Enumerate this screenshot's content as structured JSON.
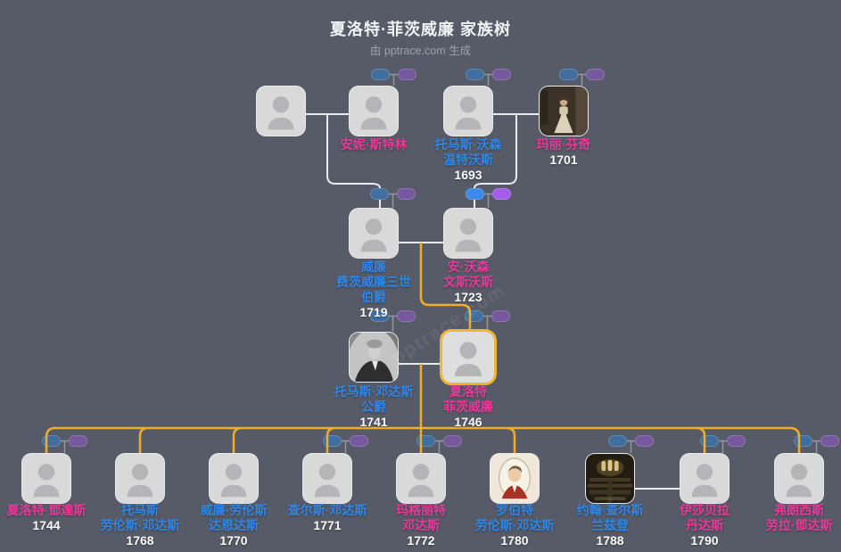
{
  "header": {
    "title": "夏洛特·菲茨威廉 家族树",
    "subtitle": "由 pptrace.com 生成"
  },
  "watermark": "pptrace.com",
  "colors": {
    "background": "#575b67",
    "title-text": "#f2f3f5",
    "subtitle-text": "#9ba1ab",
    "male-name": "#2f87e8",
    "female-name": "#e83a9a",
    "year-text": "#fafafa",
    "card-bg": "#d9d9da",
    "silhouette": "#b5b5b7",
    "highlight": "#f0b42e",
    "line-white": "#e8eaed",
    "line-gray": "#9097a2",
    "line-yellow": "#f0ae28",
    "pill-blue-muted": "#3f6e9f",
    "pill-purple-muted": "#76589f",
    "pill-blue-bright": "#3a8be8",
    "pill-purple-bright": "#a55ce8"
  },
  "people": {
    "g1p1": {
      "name_lines": [],
      "year": "",
      "gender": "unknown"
    },
    "g1p2": {
      "name_lines": [
        "安妮·斯特林"
      ],
      "year": "",
      "gender": "female"
    },
    "g1p3": {
      "name_lines": [
        "托马斯·沃森",
        "温特沃斯"
      ],
      "year": "1693",
      "gender": "male"
    },
    "g1p4": {
      "name_lines": [
        "玛丽·芬奇"
      ],
      "year": "1701",
      "gender": "female"
    },
    "g2p1": {
      "name_lines": [
        "威廉",
        "费茨威廉三世",
        "伯爵"
      ],
      "year": "1719",
      "gender": "male"
    },
    "g2p2": {
      "name_lines": [
        "安·沃森",
        "文斯沃斯"
      ],
      "year": "1723",
      "gender": "female"
    },
    "g3p1": {
      "name_lines": [
        "托马斯·邓达斯",
        "公爵"
      ],
      "year": "1741",
      "gender": "male"
    },
    "g3p2": {
      "name_lines": [
        "夏洛特",
        "菲茨威廉"
      ],
      "year": "1746",
      "gender": "female"
    },
    "c1": {
      "name_lines": [
        "夏洛特·鄧達斯"
      ],
      "year": "1744",
      "gender": "female"
    },
    "c2": {
      "name_lines": [
        "托马斯",
        "劳伦斯·邓达斯"
      ],
      "year": "1768",
      "gender": "male"
    },
    "c3": {
      "name_lines": [
        "威廉·劳伦斯",
        "达恩达斯"
      ],
      "year": "1770",
      "gender": "male"
    },
    "c4": {
      "name_lines": [
        "查尔斯·邓达斯"
      ],
      "year": "1771",
      "gender": "male"
    },
    "c5": {
      "name_lines": [
        "玛格丽特",
        "邓达斯"
      ],
      "year": "1772",
      "gender": "female"
    },
    "c6": {
      "name_lines": [
        "罗伯特",
        "劳伦斯·邓达斯"
      ],
      "year": "1780",
      "gender": "male"
    },
    "c7": {
      "name_lines": [
        "约翰·查尔斯",
        "兰兹登"
      ],
      "year": "1788",
      "gender": "male"
    },
    "c8": {
      "name_lines": [
        "伊莎贝拉",
        "丹达斯"
      ],
      "year": "1790",
      "gender": "female"
    },
    "c9": {
      "name_lines": [
        "弗朗西斯",
        "劳拉·鄧达斯"
      ],
      "year": "",
      "gender": "female"
    }
  }
}
